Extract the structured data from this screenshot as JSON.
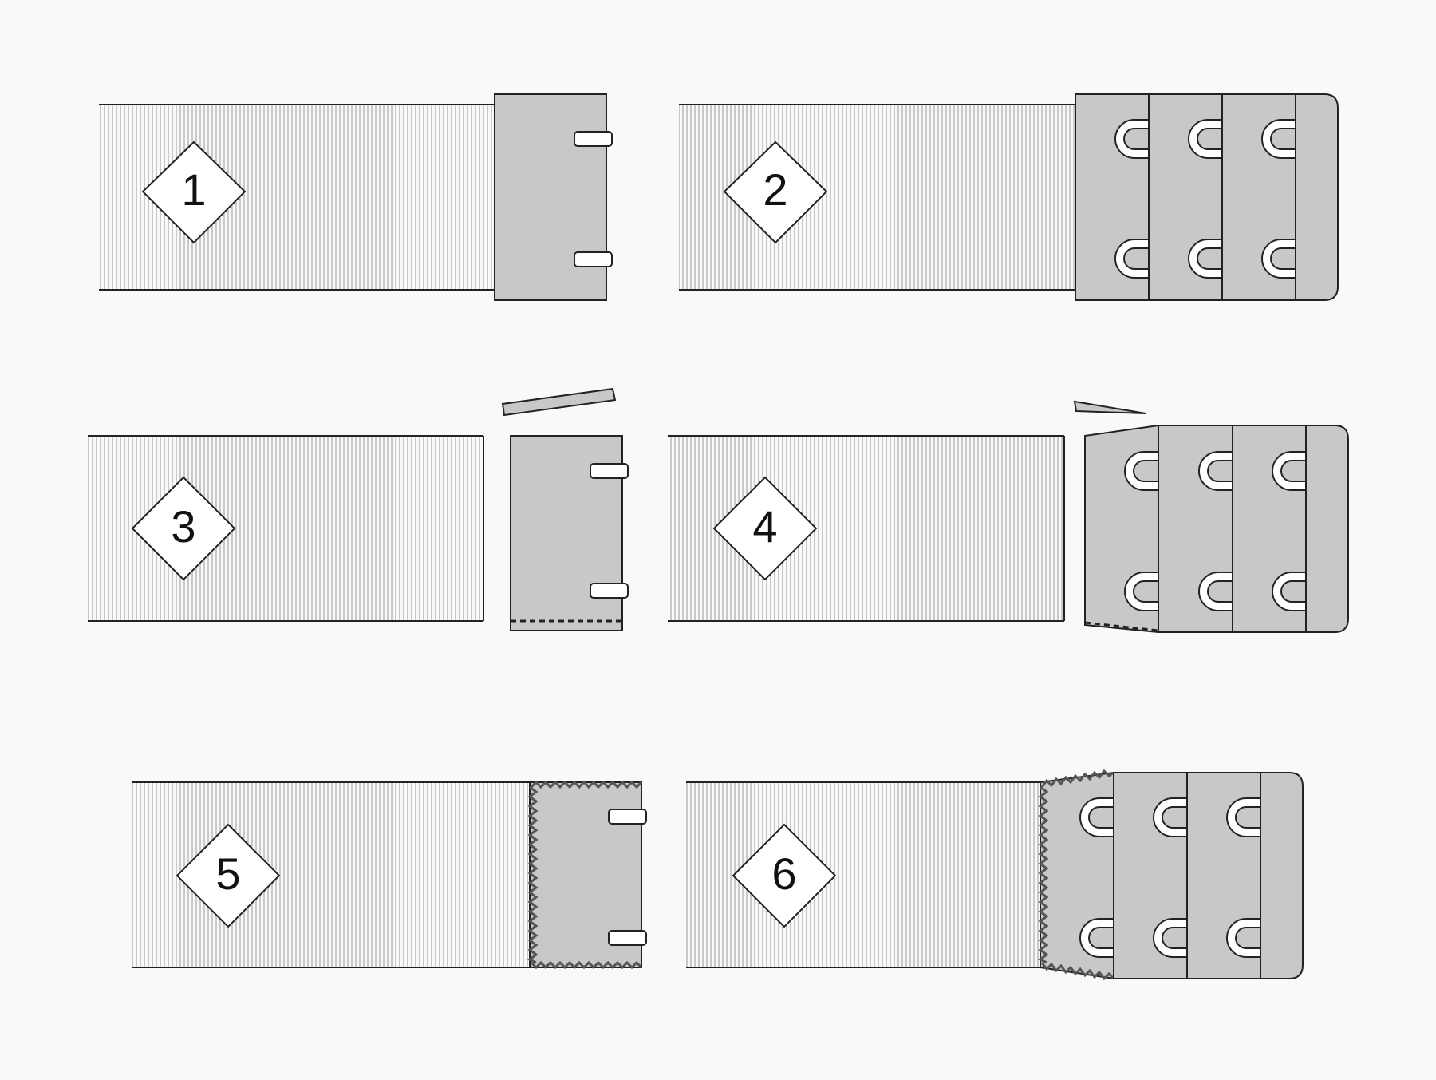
{
  "colors": {
    "background": "#faf8f8",
    "band_stripe": "#9a9a9a",
    "outline": "#222222",
    "tab_fill": "#c8c8c9",
    "zigzag": "#555555"
  },
  "steps": [
    {
      "label": "1",
      "variant": "bar-tab",
      "hook_count": 2,
      "columns": 1
    },
    {
      "label": "2",
      "variant": "hook-eye",
      "hook_count": 6,
      "columns": 3
    },
    {
      "label": "3",
      "variant": "bar-tab-detached",
      "hook_count": 2,
      "columns": 1
    },
    {
      "label": "4",
      "variant": "hook-eye-detached",
      "hook_count": 6,
      "columns": 3
    },
    {
      "label": "5",
      "variant": "bar-tab-zigzag",
      "hook_count": 2,
      "columns": 1
    },
    {
      "label": "6",
      "variant": "hook-eye-zigzag",
      "hook_count": 6,
      "columns": 3
    }
  ]
}
